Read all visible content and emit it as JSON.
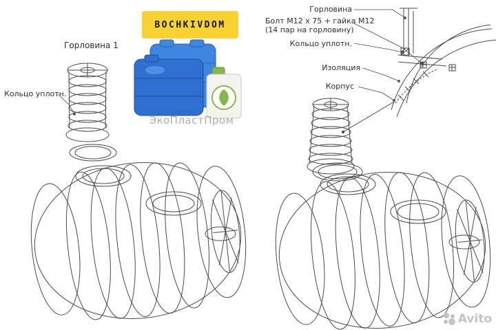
{
  "branding": {
    "logo_text": "Bochkivdom",
    "logo_bg": "#F6D330",
    "company": "ЭкоПластПром"
  },
  "callouts": {
    "neck1": "Горловина 1",
    "seal_left": "Кольцо уплотн.",
    "neck_right": "Горловина",
    "bolt_line1": "Болт М12 х 75 + гайка М12",
    "bolt_line2": "(14 пар на горловину)",
    "seal_right": "Кольцо уплотн.",
    "insulation": "Изоляция",
    "body": "Корпус"
  },
  "watermark": {
    "text": "Avito"
  },
  "colors": {
    "line": "#4a4a4a",
    "tank_blue": "#2f6fd0",
    "leaf_green": "#84b84c"
  }
}
